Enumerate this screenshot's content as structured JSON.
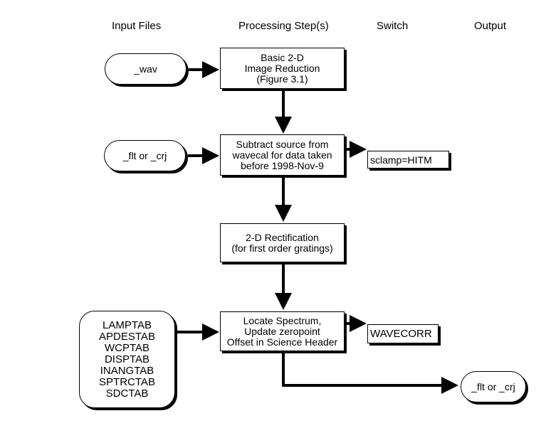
{
  "headers": {
    "input": "Input Files",
    "processing": "Processing Step(s)",
    "switch": "Switch",
    "output": "Output"
  },
  "inputs": {
    "wav": "_wav",
    "flt_crj": "_flt or _crj",
    "tables": [
      "LAMPTAB",
      "APDESTAB",
      "WCPTAB",
      "DISPTAB",
      "INANGTAB",
      "SPTRCTAB",
      "SDCTAB"
    ]
  },
  "steps": {
    "reduction": [
      "Basic 2-D",
      "Image Reduction",
      "(Figure 3.1)"
    ],
    "subtract": [
      "Subtract source from",
      "wavecal for data taken",
      "before 1998-Nov-9"
    ],
    "rectify": [
      "2-D Rectification",
      "(for first order gratings)"
    ],
    "locate": [
      "Locate Spectrum,",
      "Update zeropoint",
      "Offset in Science Header"
    ]
  },
  "switches": {
    "sclamp": "sclamp=HITM",
    "wavecorr": "WAVECORR"
  },
  "output": {
    "file": "_flt or _crj"
  }
}
